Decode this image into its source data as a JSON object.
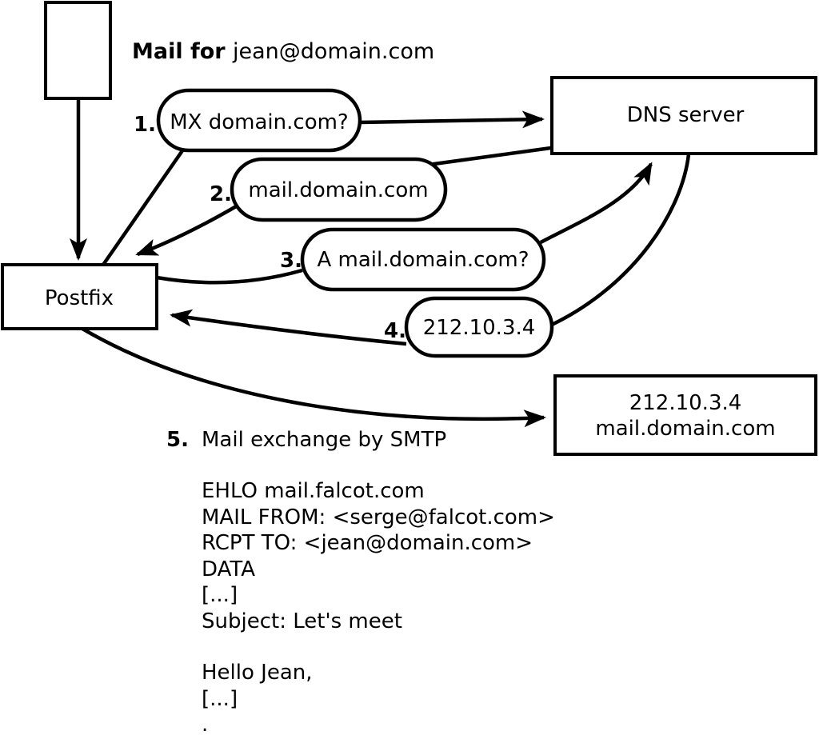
{
  "title": {
    "bold": "Mail for ",
    "address": "jean@domain.com"
  },
  "nodes": {
    "postfix": {
      "label": "Postfix"
    },
    "dns": {
      "label": "DNS server"
    },
    "mail_server": {
      "ip": "212.10.3.4",
      "hostname": "mail.domain.com"
    }
  },
  "steps": [
    {
      "num": "1.",
      "label": "MX domain.com?"
    },
    {
      "num": "2.",
      "label": "mail.domain.com"
    },
    {
      "num": "3.",
      "label": "A mail.domain.com?"
    },
    {
      "num": "4.",
      "label": "212.10.3.4"
    },
    {
      "num": "5.",
      "label": "Mail exchange by SMTP"
    }
  ],
  "smtp": {
    "lines": [
      "EHLO mail.falcot.com",
      "MAIL FROM: <serge@falcot.com>",
      "RCPT TO: <jean@domain.com>",
      "DATA",
      "[...]",
      "Subject: Let's meet",
      "",
      "Hello Jean,",
      "[...]",
      "."
    ]
  },
  "colors": {
    "stroke": "#000000",
    "fill": "#ffffff"
  }
}
